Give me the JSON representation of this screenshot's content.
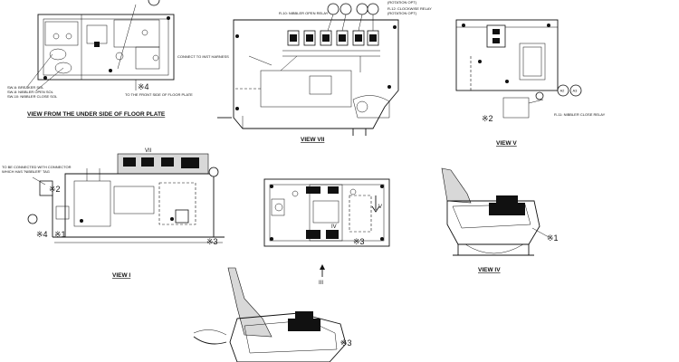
{
  "views": {
    "floor_plate": {
      "title": "VIEW FROM THE UNDER SIDE OF FLOOR PLATE",
      "legend_1": "SW-6: BREAKER SOL",
      "legend_2": "SW-8: NIBBLER OPEN SOL",
      "legend_3": "SW-10: NIBBLER CLOSE SOL",
      "front_note": "TO THE FRONT SIDE OF FLOOR PLATE",
      "mark_4": "※4"
    },
    "view_vii": {
      "title": "VIEW VII",
      "relay_open": "R-10: NIBBLER OPEN RELAY",
      "relay_clockwise": "R-12: CLOCKWISE RELAY",
      "rotation_opt": "(ROTATION OPT)",
      "rotation_opt_top": "(ROTATION OPT)",
      "harness_note": "CONNECT TO INST HARNESS"
    },
    "view_v": {
      "title": "VIEW V",
      "relay_close": "R-11: NIBBLER CLOSE RELAY",
      "circle_a2": "A2",
      "circle_a3": "A3",
      "mark_2": "※2"
    },
    "view_i": {
      "title": "VIEW I",
      "connector_note_1": "TO BE CONNECTED WITH CONNECTOR",
      "connector_note_2": "WHICH HAS \"NIBBLER\" TAG",
      "label_vii": "VII",
      "mark_2": "※2",
      "mark_4": "※4",
      "mark_1": "※1",
      "mark_3": "※3"
    },
    "view_iii": {
      "title": "III",
      "label_iv": "IV",
      "label_v": "V",
      "mark_3": "※3"
    },
    "view_iv": {
      "title": "VIEW IV",
      "mark_1": "※1"
    },
    "bottom_view": {
      "mark_3": "※3"
    }
  }
}
